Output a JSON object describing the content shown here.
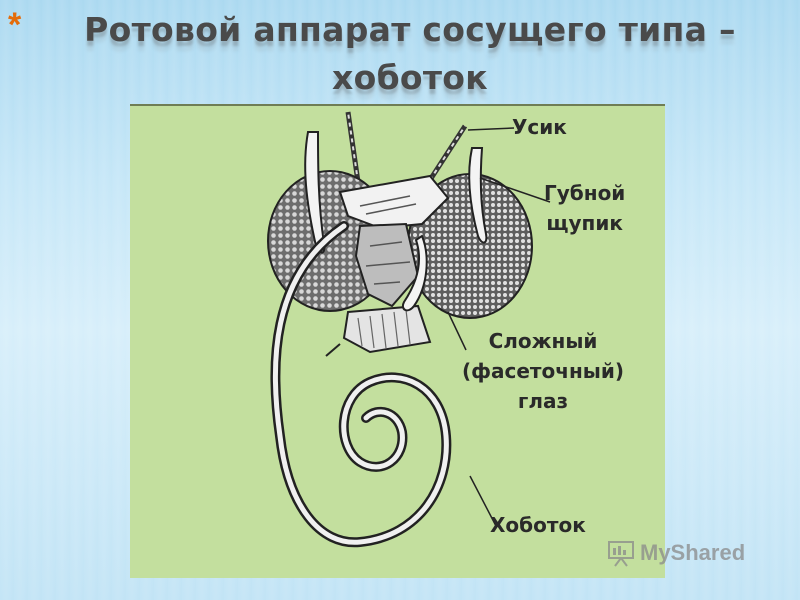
{
  "slide": {
    "bullet": "*",
    "title_line1": "Ротовой аппарат сосущего типа –",
    "title_line2": "хоботок"
  },
  "figure": {
    "labels": {
      "antenna": "Усик",
      "labial_palp_line1": "Губной",
      "labial_palp_line2": "щупик",
      "compound_eye_line1": "Сложный",
      "compound_eye_line2": "(фасеточный)",
      "compound_eye_line3": "глаз",
      "proboscis": "Хоботок"
    }
  },
  "watermark": {
    "text": "MyShared"
  },
  "colors": {
    "figure_bg": "#c3df9e",
    "title_text": "#4a4a4a",
    "bullet": "#e46c0a"
  }
}
